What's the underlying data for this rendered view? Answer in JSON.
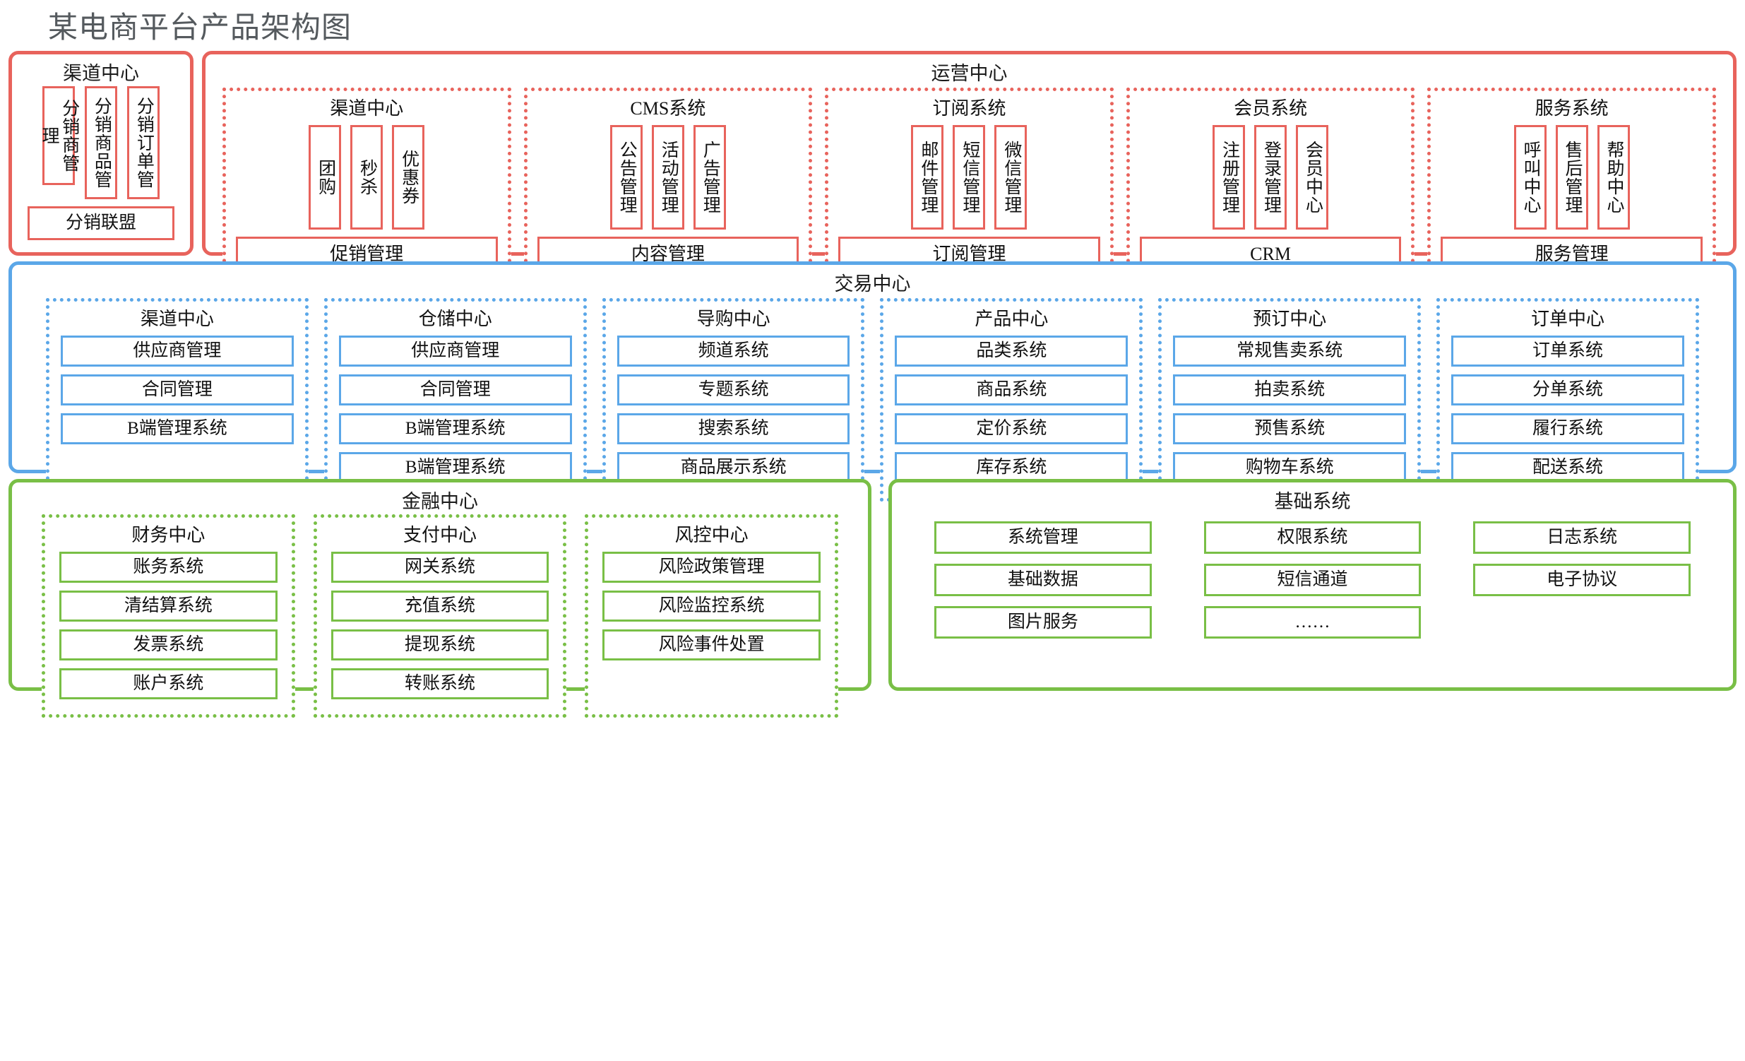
{
  "title": "某电商平台产品架构图",
  "colors": {
    "red": "#e8635c",
    "blue": "#5ba7e8",
    "green": "#79bf46"
  },
  "channel_zone": {
    "title": "渠道中心",
    "vertical_items": [
      "分销商管理",
      "分销商品管",
      "分销订单管"
    ],
    "bottom": "分销联盟"
  },
  "ops_zone": {
    "title": "运营中心",
    "groups": [
      {
        "title": "渠道中心",
        "items": [
          "团购",
          "秒杀",
          "优惠券"
        ],
        "bottom": "促销管理"
      },
      {
        "title": "CMS系统",
        "items": [
          "公告管理",
          "活动管理",
          "广告管理"
        ],
        "bottom": "内容管理"
      },
      {
        "title": "订阅系统",
        "items": [
          "邮件管理",
          "短信管理",
          "微信管理"
        ],
        "bottom": "订阅管理"
      },
      {
        "title": "会员系统",
        "items": [
          "注册管理",
          "登录管理",
          "会员中心"
        ],
        "bottom": "CRM"
      },
      {
        "title": "服务系统",
        "items": [
          "呼叫中心",
          "售后管理",
          "帮助中心"
        ],
        "bottom": "服务管理"
      }
    ]
  },
  "trade_zone": {
    "title": "交易中心",
    "groups": [
      {
        "title": "渠道中心",
        "items": [
          "供应商管理",
          "合同管理",
          "B端管理系统"
        ]
      },
      {
        "title": "仓储中心",
        "items": [
          "供应商管理",
          "合同管理",
          "B端管理系统",
          "B端管理系统"
        ]
      },
      {
        "title": "导购中心",
        "items": [
          "频道系统",
          "专题系统",
          "搜索系统",
          "商品展示系统"
        ]
      },
      {
        "title": "产品中心",
        "items": [
          "品类系统",
          "商品系统",
          "定价系统",
          "库存系统"
        ]
      },
      {
        "title": "预订中心",
        "items": [
          "常规售卖系统",
          "拍卖系统",
          "预售系统",
          "购物车系统"
        ]
      },
      {
        "title": "订单中心",
        "items": [
          "订单系统",
          "分单系统",
          "履行系统",
          "配送系统"
        ]
      }
    ]
  },
  "finance_zone": {
    "title": "金融中心",
    "groups": [
      {
        "title": "财务中心",
        "items": [
          "账务系统",
          "清结算系统",
          "发票系统",
          "账户系统"
        ]
      },
      {
        "title": "支付中心",
        "items": [
          "网关系统",
          "充值系统",
          "提现系统",
          "转账系统"
        ]
      },
      {
        "title": "风控中心",
        "items": [
          "风险政策管理",
          "风险监控系统",
          "风险事件处置"
        ]
      }
    ]
  },
  "base_zone": {
    "title": "基础系统",
    "items": [
      "系统管理",
      "权限系统",
      "日志系统",
      "基础数据",
      "短信通道",
      "电子协议",
      "图片服务",
      "……"
    ]
  }
}
